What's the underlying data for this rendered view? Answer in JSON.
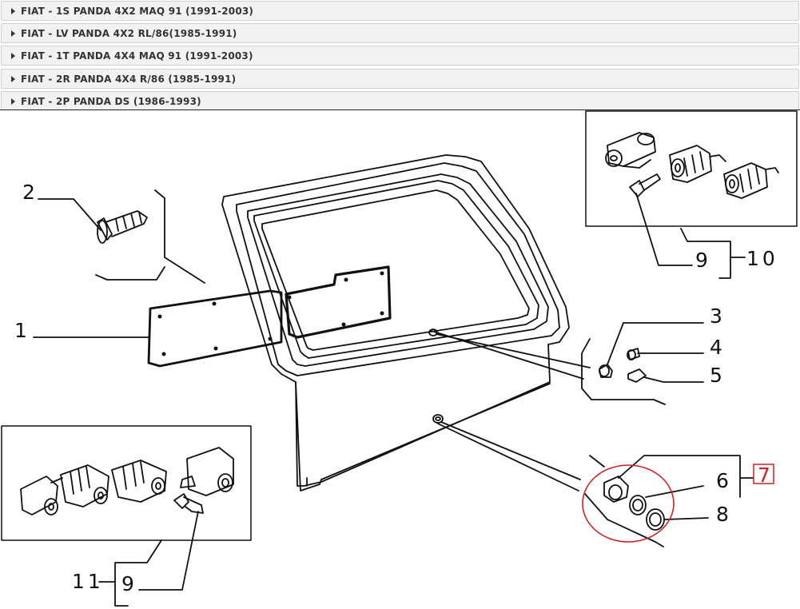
{
  "accordion": {
    "items": [
      {
        "label": "FIAT - 1S PANDA 4X2 MAQ 91 (1991-2003)"
      },
      {
        "label": "FIAT - LV PANDA 4X2 RL/86(1985-1991)"
      },
      {
        "label": "FIAT - 1T PANDA 4X4 MAQ 91 (1991-2003)"
      },
      {
        "label": "FIAT - 2R PANDA 4X4 R/86 (1985-1991)"
      },
      {
        "label": "FIAT - 2P PANDA DS (1986-1993)"
      }
    ]
  },
  "diagram": {
    "callouts": {
      "c1": "1",
      "c2": "2",
      "c3": "3",
      "c4": "4",
      "c5": "5",
      "c6": "6",
      "c7": "7",
      "c8": "8",
      "c9_top": "9",
      "c9_bottom": "9",
      "c10": "10",
      "c11": "11"
    },
    "highlight_color": "#cc2222"
  }
}
